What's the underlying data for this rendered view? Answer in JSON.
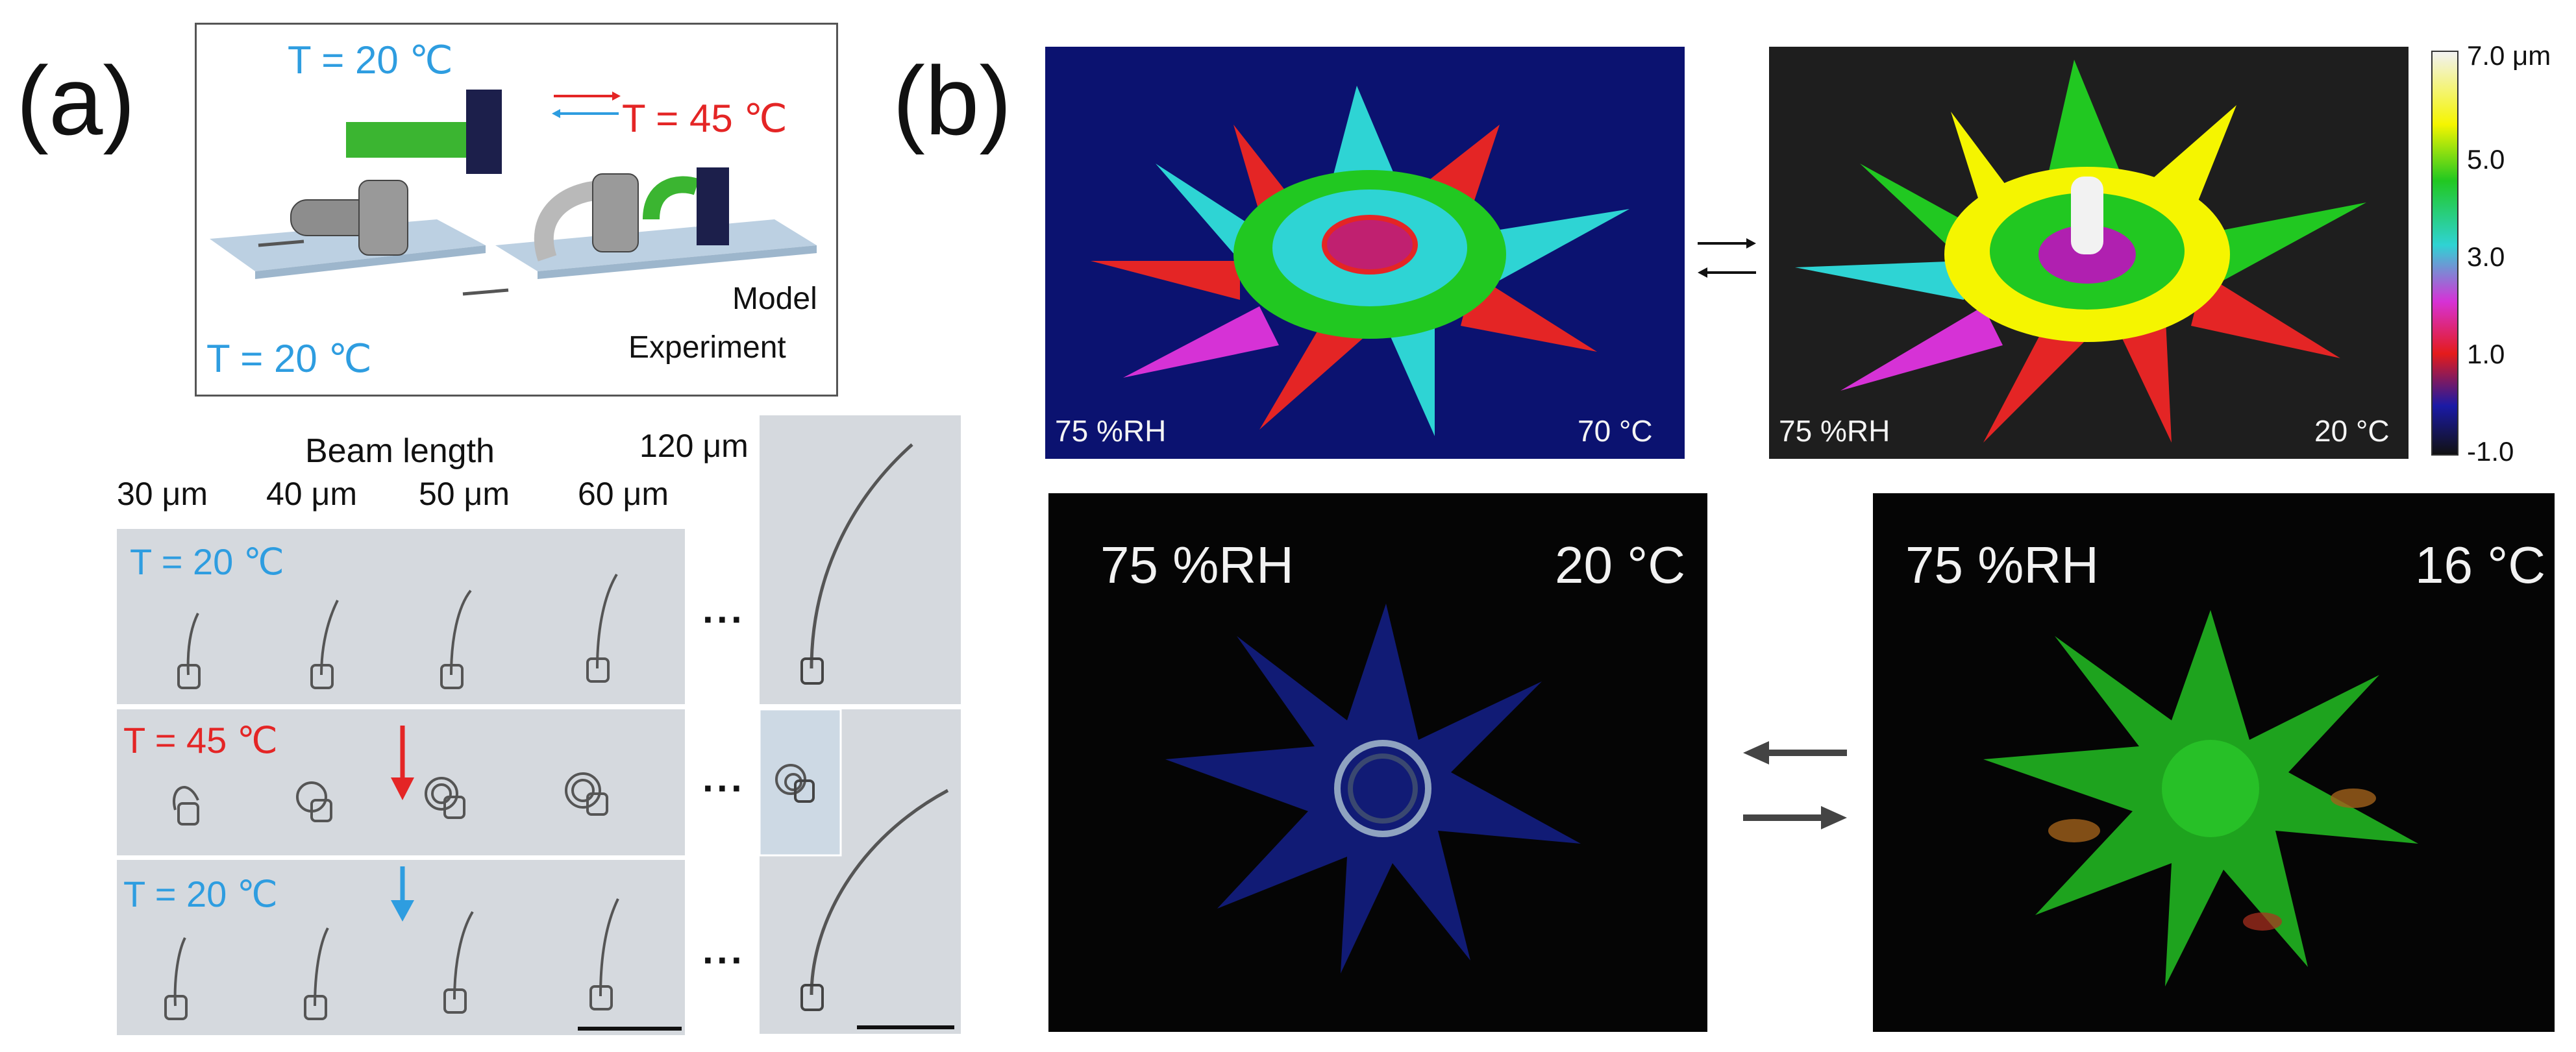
{
  "panel_a": {
    "label": "(a)",
    "schematic": {
      "temp_top_left": "T = 20 ℃",
      "temp_top_right": "T = 45 ℃",
      "temp_bottom": "T = 20 ℃",
      "label_model": "Model",
      "label_experiment": "Experiment"
    },
    "beam_header": {
      "title": "Beam length",
      "lengths": [
        "30 μm",
        "40 μm",
        "50 μm",
        "60 μm",
        "120 μm"
      ]
    },
    "rows": [
      {
        "temp": "T = 20 ℃",
        "color": "#2e9de0"
      },
      {
        "temp": "T = 45 ℃",
        "color": "#e42525"
      },
      {
        "temp": "T = 20 ℃",
        "color": "#2e9de0"
      }
    ],
    "ellipsis": "···"
  },
  "panel_b": {
    "label": "(b)",
    "top_left": {
      "humidity": "75 %RH",
      "temp": "70 °C"
    },
    "top_right": {
      "humidity": "75 %RH",
      "temp": "20 °C"
    },
    "bottom_left": {
      "humidity": "75 %RH",
      "temp": "20 °C"
    },
    "bottom_right": {
      "humidity": "75 %RH",
      "temp": "16 °C"
    },
    "colorbar": {
      "ticks": [
        "7.0 μm",
        "5.0",
        "3.0",
        "1.0",
        "-1.0"
      ],
      "colors": [
        "#f2f2f2",
        "#f5f500",
        "#21c821",
        "#2fd3d3",
        "#d632d6",
        "#e41b1b",
        "#1a1aa6",
        "#111111"
      ]
    }
  }
}
